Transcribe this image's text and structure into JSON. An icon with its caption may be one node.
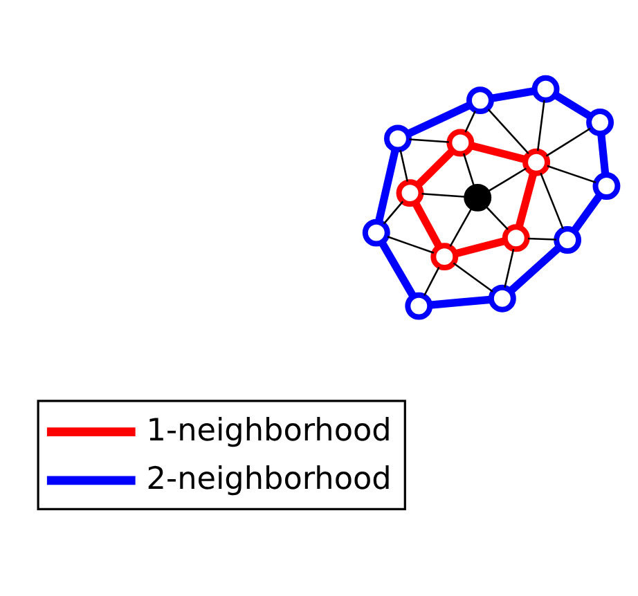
{
  "diagram": {
    "nodes": [
      {
        "text": [],
        "shape": "circle"
      },
      {
        "text": [],
        "shape": "circle"
      },
      {
        "text": [],
        "shape": "circle"
      },
      {
        "text": [],
        "shape": "circle"
      },
      {
        "text": [],
        "shape": "circle"
      },
      {
        "text": [],
        "shape": "circle"
      },
      {
        "text": [],
        "shape": "circle"
      },
      {
        "text": [],
        "shape": "circle"
      },
      {
        "text": [],
        "shape": "circle"
      },
      {
        "text": [],
        "shape": "circle"
      },
      {
        "text": [],
        "shape": "circle"
      },
      {
        "text": [],
        "shape": "circle"
      },
      {
        "text": [],
        "shape": "circle"
      },
      {
        "text": [],
        "shape": "circle"
      },
      {
        "text": [],
        "shape": "circle"
      }
    ],
    "edges": [
      {
        "from": 6,
        "to": 4,
        "arrow": "none"
      },
      {
        "from": 6,
        "to": 2,
        "arrow": "none"
      },
      {
        "from": 6,
        "to": 7,
        "arrow": "none"
      },
      {
        "from": 6,
        "to": 9,
        "arrow": "none"
      },
      {
        "from": 6,
        "to": 8,
        "arrow": "none"
      },
      {
        "from": 4,
        "to": 2,
        "arrow": "none",
        "style": "thick",
        "color": "#ff0000"
      },
      {
        "from": 2,
        "to": 7,
        "arrow": "none",
        "style": "thick",
        "color": "#ff0000"
      },
      {
        "from": 7,
        "to": 9,
        "arrow": "none",
        "style": "thick",
        "color": "#ff0000"
      },
      {
        "from": 9,
        "to": 8,
        "arrow": "none",
        "style": "thick",
        "color": "#ff0000"
      },
      {
        "from": 8,
        "to": 4,
        "arrow": "none",
        "style": "thick",
        "color": "#ff0000"
      },
      {
        "from": 1,
        "to": 0,
        "arrow": "none",
        "style": "thick",
        "color": "#0000ff"
      },
      {
        "from": 0,
        "to": 3,
        "arrow": "none",
        "style": "thick",
        "color": "#0000ff"
      },
      {
        "from": 3,
        "to": 10,
        "arrow": "none",
        "style": "thick",
        "color": "#0000ff"
      },
      {
        "from": 10,
        "to": 12,
        "arrow": "none",
        "style": "thick",
        "color": "#0000ff"
      },
      {
        "from": 12,
        "to": 14,
        "arrow": "none",
        "style": "thick",
        "color": "#0000ff"
      },
      {
        "from": 14,
        "to": 13,
        "arrow": "none",
        "style": "thick",
        "color": "#0000ff"
      },
      {
        "from": 13,
        "to": 11,
        "arrow": "none",
        "style": "thick",
        "color": "#0000ff"
      },
      {
        "from": 11,
        "to": 5,
        "arrow": "none",
        "style": "thick",
        "color": "#0000ff"
      },
      {
        "from": 5,
        "to": 1,
        "arrow": "none",
        "style": "thick",
        "color": "#0000ff"
      },
      {
        "from": 4,
        "to": 1,
        "arrow": "none"
      },
      {
        "from": 4,
        "to": 5,
        "arrow": "none"
      },
      {
        "from": 2,
        "to": 1,
        "arrow": "none"
      },
      {
        "from": 2,
        "to": 0,
        "arrow": "none"
      },
      {
        "from": 2,
        "to": 3,
        "arrow": "none"
      },
      {
        "from": 7,
        "to": 3,
        "arrow": "none"
      },
      {
        "from": 7,
        "to": 10,
        "arrow": "none"
      },
      {
        "from": 9,
        "to": 10,
        "arrow": "none"
      },
      {
        "from": 9,
        "to": 12,
        "arrow": "none"
      },
      {
        "from": 9,
        "to": 14,
        "arrow": "none"
      },
      {
        "from": 9,
        "to": 13,
        "arrow": "none"
      },
      {
        "from": 9,
        "to": 11,
        "arrow": "none"
      },
      {
        "from": 8,
        "to": 11,
        "arrow": "none"
      },
      {
        "from": 8,
        "to": 5,
        "arrow": "none"
      }
    ],
    "legend": [
      {
        "text": "1-neighborhood"
      },
      {
        "text": "2-neighborhood"
      }
    ]
  }
}
